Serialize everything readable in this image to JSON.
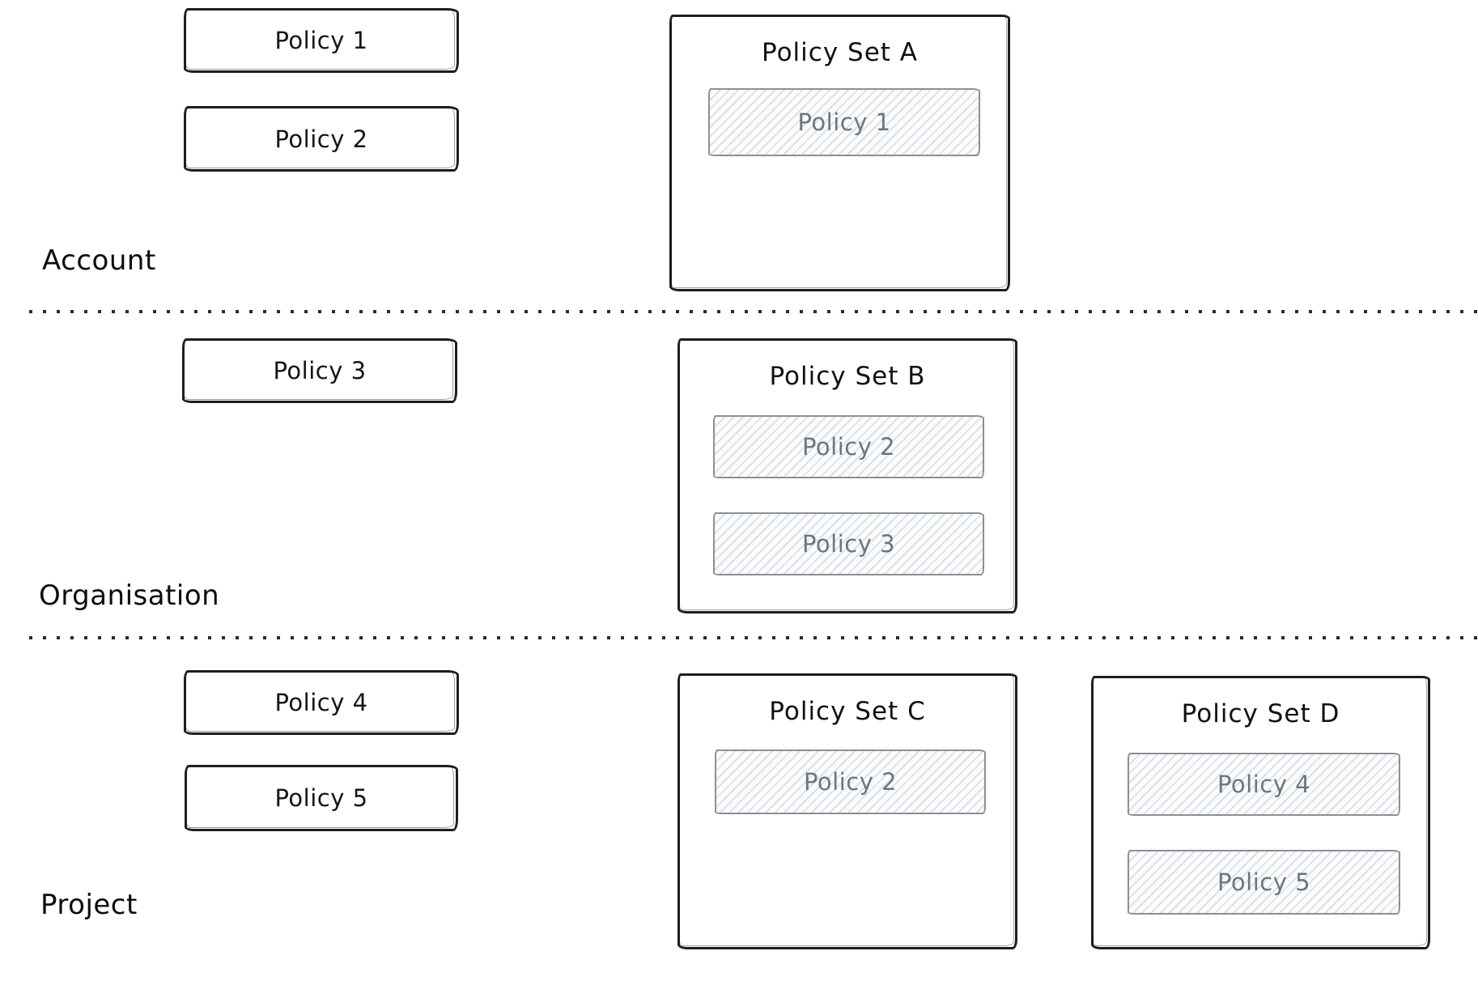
{
  "colors": {
    "stroke": "#1e1e1e",
    "member-border": "#8b9097",
    "member-text": "#6e757e",
    "hatch": "#dde1e6"
  },
  "tiers": [
    {
      "label": "Account",
      "policies": [
        {
          "label": "Policy 1"
        },
        {
          "label": "Policy 2"
        }
      ],
      "sets": [
        {
          "title": "Policy Set A",
          "members": [
            {
              "label": "Policy 1"
            }
          ]
        }
      ]
    },
    {
      "label": "Organisation",
      "policies": [
        {
          "label": "Policy 3"
        }
      ],
      "sets": [
        {
          "title": "Policy Set B",
          "members": [
            {
              "label": "Policy 2"
            },
            {
              "label": "Policy 3"
            }
          ]
        }
      ]
    },
    {
      "label": "Project",
      "policies": [
        {
          "label": "Policy 4"
        },
        {
          "label": "Policy 5"
        }
      ],
      "sets": [
        {
          "title": "Policy Set C",
          "members": [
            {
              "label": "Policy 2"
            }
          ]
        },
        {
          "title": "Policy Set D",
          "members": [
            {
              "label": "Policy 4"
            },
            {
              "label": "Policy 5"
            }
          ]
        }
      ]
    }
  ]
}
